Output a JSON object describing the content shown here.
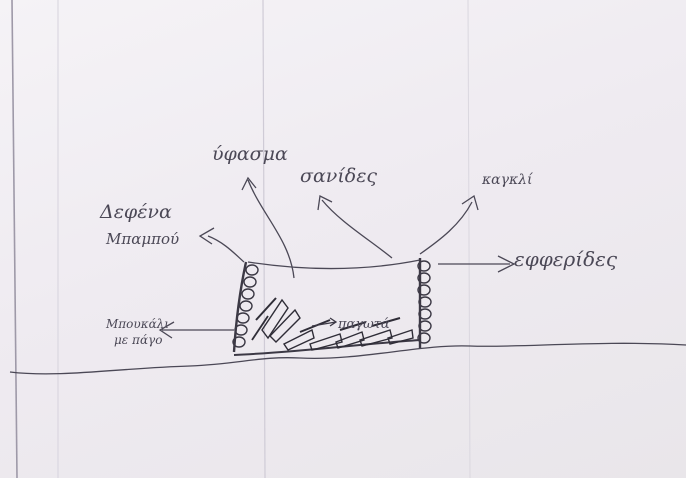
{
  "labels": {
    "yfasma": "ύφασμα",
    "sanides": "σανίδες",
    "kagkeli": "καγκλί",
    "defena_line1": "Δεφένα",
    "defena_line2": "Μπαμπού",
    "efkeferides": "εφφερίδες",
    "pagwta": "παγωτά",
    "mpoukali_line1": "Μπουκάλι",
    "mpoukali_line2": "με πάγο"
  },
  "colors": {
    "paper": "#efebf1",
    "pencil": "#4b4856",
    "ruled_line": "#c9c6d3",
    "margin_line": "#b9b4c2"
  }
}
